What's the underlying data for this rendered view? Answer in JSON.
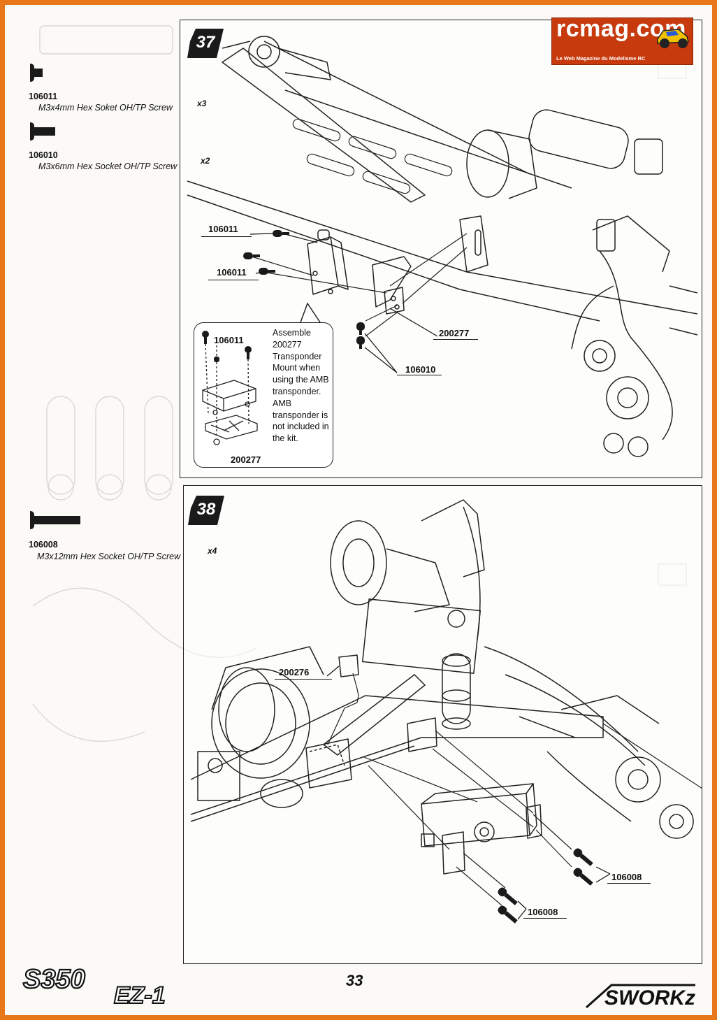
{
  "header": {
    "site_logo": "rcmag.com",
    "site_tagline": "Le Web Magazine du Modelisme RC"
  },
  "step37": {
    "number": "37",
    "parts": [
      {
        "code": "106011",
        "name": "M3x4mm Hex Soket OH/TP Screw",
        "qty": "x3"
      },
      {
        "code": "106010",
        "name": "M3x6mm Hex Socket OH/TP Screw",
        "qty": "x2"
      }
    ],
    "callouts": {
      "screw_top": "106011",
      "screw_mid": "106011",
      "mount": "200277",
      "screw_bottom": "106010"
    },
    "note": {
      "screw_label": "106011",
      "mount_label": "200277",
      "text": "Assemble 200277 Transponder Mount when using the AMB transponder. AMB transponder is not included in the kit."
    }
  },
  "step38": {
    "number": "38",
    "parts": [
      {
        "code": "106008",
        "name": "M3x12mm Hex Socket OH/TP Screw",
        "qty": "x4"
      }
    ],
    "callouts": {
      "spacer": "200276",
      "screws_right": "106008",
      "screws_bottom": "106008"
    }
  },
  "footer": {
    "page_number": "33",
    "model": "S350 EZ-1",
    "brand": "SWORKz"
  },
  "colors": {
    "frame": "#e8771a",
    "logo_bg": "#c63a0d",
    "ink": "#111111",
    "badge": "#1a1a1a"
  }
}
